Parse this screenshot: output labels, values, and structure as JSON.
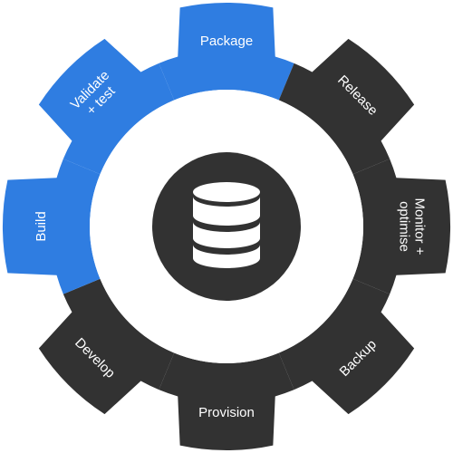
{
  "diagram": {
    "colors": {
      "blue": "#2f7de1",
      "dark": "#323232",
      "center_bg": "#ffffff",
      "icon_fill": "#ffffff"
    },
    "center_icon": "database-icon",
    "segments": [
      {
        "id": "package",
        "lines": [
          "Package"
        ],
        "color": "blue"
      },
      {
        "id": "release",
        "lines": [
          "Release"
        ],
        "color": "dark"
      },
      {
        "id": "monitor",
        "lines": [
          "Monitor +",
          "optimise"
        ],
        "color": "dark"
      },
      {
        "id": "backup",
        "lines": [
          "Backup"
        ],
        "color": "dark"
      },
      {
        "id": "provision",
        "lines": [
          "Provision"
        ],
        "color": "dark"
      },
      {
        "id": "develop",
        "lines": [
          "Develop"
        ],
        "color": "dark"
      },
      {
        "id": "build",
        "lines": [
          "Build"
        ],
        "color": "blue"
      },
      {
        "id": "validate",
        "lines": [
          "Validate",
          "+ test"
        ],
        "color": "blue"
      }
    ]
  }
}
